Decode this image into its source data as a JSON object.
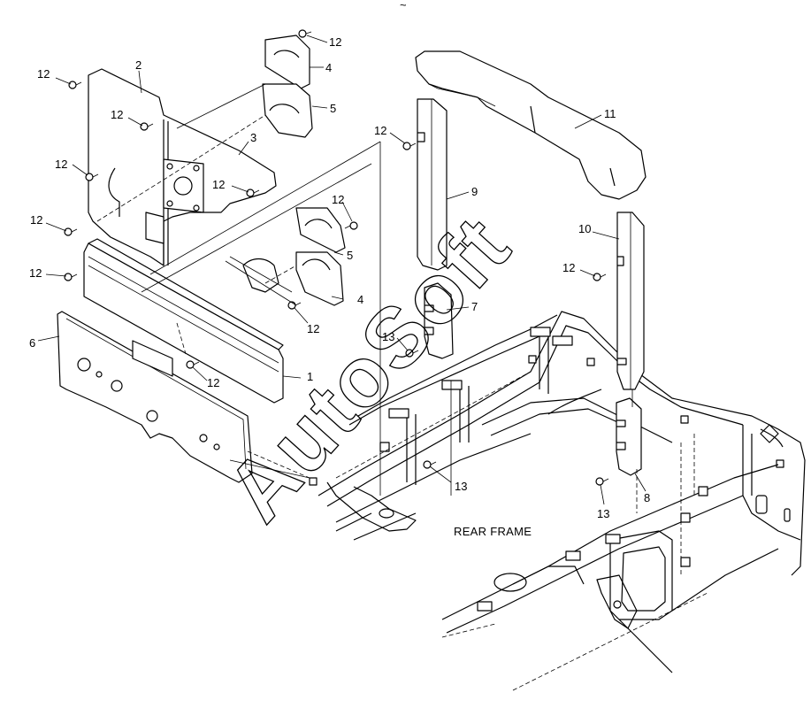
{
  "diagram": {
    "caption": "REAR FRAME",
    "watermark": "AutoSoft",
    "top_mark": "~"
  },
  "callouts": [
    {
      "id": "c12a",
      "text": "12"
    },
    {
      "id": "c2",
      "text": "2"
    },
    {
      "id": "c12b",
      "text": "12"
    },
    {
      "id": "c4a",
      "text": "4"
    },
    {
      "id": "c12c",
      "text": "12"
    },
    {
      "id": "c5a",
      "text": "5"
    },
    {
      "id": "c3",
      "text": "3"
    },
    {
      "id": "c12d",
      "text": "12"
    },
    {
      "id": "c12e",
      "text": "12"
    },
    {
      "id": "c12f",
      "text": "12"
    },
    {
      "id": "c12g",
      "text": "12"
    },
    {
      "id": "c5b",
      "text": "5"
    },
    {
      "id": "c12h",
      "text": "12"
    },
    {
      "id": "c4b",
      "text": "4"
    },
    {
      "id": "c12i",
      "text": "12"
    },
    {
      "id": "c6",
      "text": "6"
    },
    {
      "id": "c12j",
      "text": "12"
    },
    {
      "id": "c1",
      "text": "1"
    },
    {
      "id": "c12k",
      "text": "12"
    },
    {
      "id": "c9",
      "text": "9"
    },
    {
      "id": "c11",
      "text": "11"
    },
    {
      "id": "c10",
      "text": "10"
    },
    {
      "id": "c12l",
      "text": "12"
    },
    {
      "id": "c7",
      "text": "7"
    },
    {
      "id": "c13a",
      "text": "13"
    },
    {
      "id": "c13b",
      "text": "13"
    },
    {
      "id": "c13c",
      "text": "13"
    },
    {
      "id": "c8",
      "text": "8"
    }
  ]
}
